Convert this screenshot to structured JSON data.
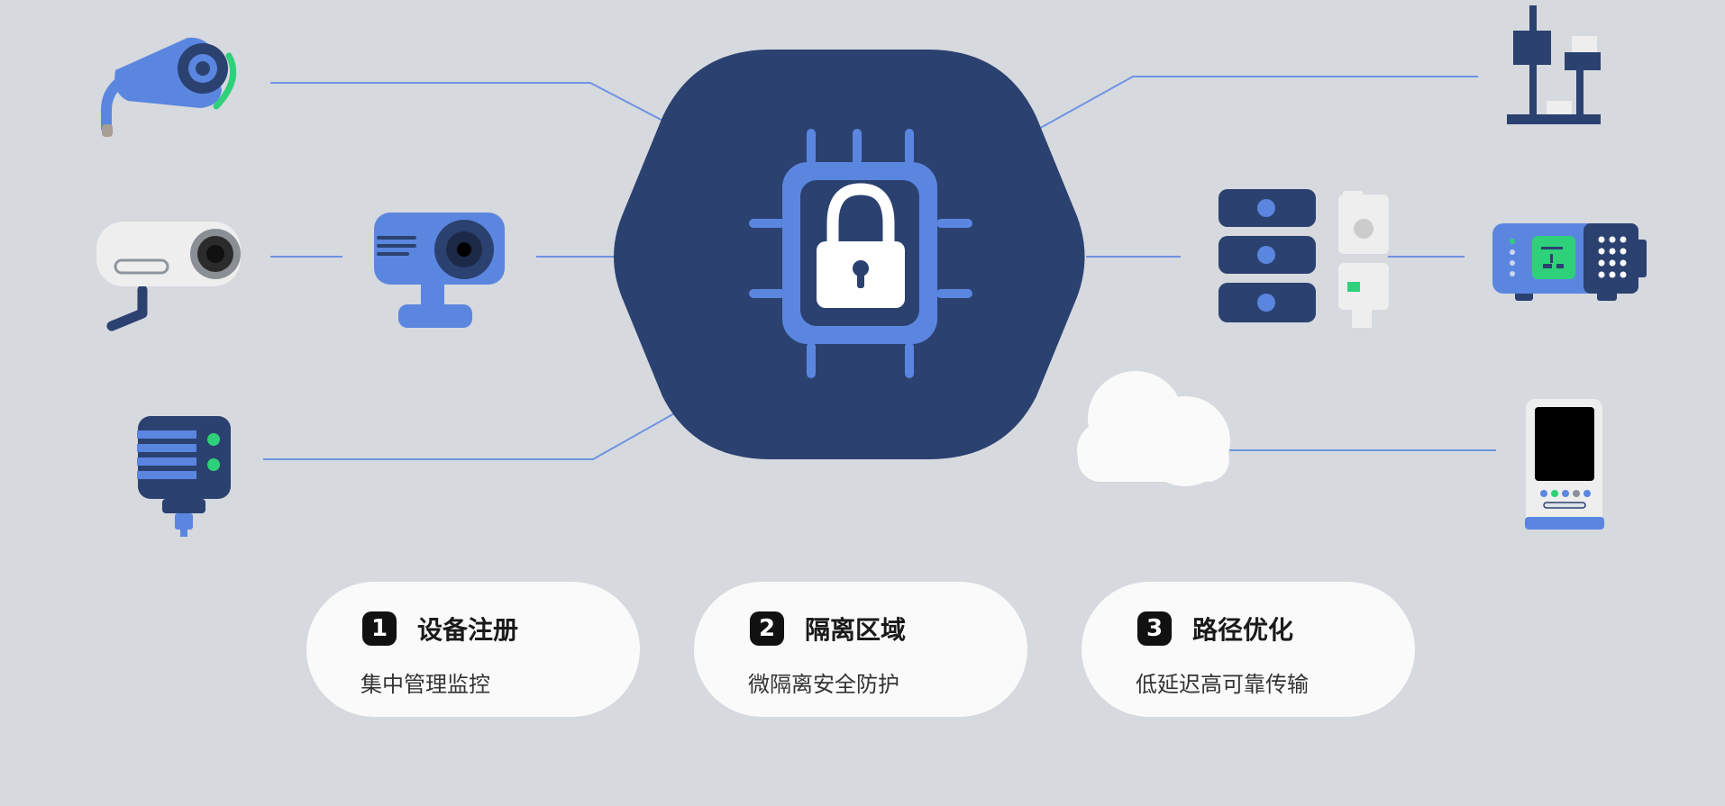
{
  "colors": {
    "background": "#d6d9de",
    "navy": "#2b4170",
    "accent_blue": "#5b86e0",
    "green": "#2fd07a",
    "card": "#fafafa",
    "line": "#6f93e2"
  },
  "hub": {
    "icon": "lock-chip-icon"
  },
  "devices": [
    {
      "id": "security-camera",
      "icon": "security-camera-icon"
    },
    {
      "id": "bullet-camera",
      "icon": "bullet-camera-icon"
    },
    {
      "id": "webcam",
      "icon": "webcam-icon"
    },
    {
      "id": "router",
      "icon": "router-icon"
    },
    {
      "id": "lab-stand",
      "icon": "lab-stand-icon"
    },
    {
      "id": "server-rack",
      "icon": "server-rack-icon"
    },
    {
      "id": "power-adapter",
      "icon": "power-adapter-icon"
    },
    {
      "id": "control-panel",
      "icon": "control-panel-icon"
    },
    {
      "id": "cloud",
      "icon": "cloud-icon"
    },
    {
      "id": "tablet-terminal",
      "icon": "tablet-terminal-icon"
    }
  ],
  "steps": [
    {
      "number": "1",
      "title": "设备注册",
      "subtitle": "集中管理监控"
    },
    {
      "number": "2",
      "title": "隔离区域",
      "subtitle": "微隔离安全防护"
    },
    {
      "number": "3",
      "title": "路径优化",
      "subtitle": "低延迟高可靠传输"
    }
  ]
}
